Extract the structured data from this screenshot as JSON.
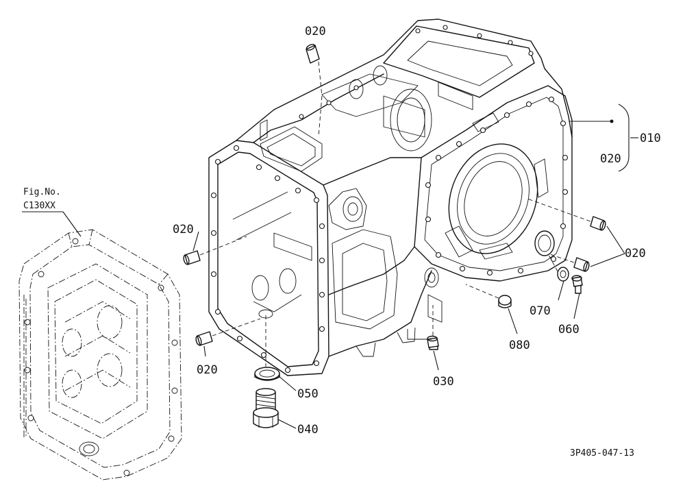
{
  "figure_ref": {
    "label": "Fig.No.",
    "number": "C130XX"
  },
  "parts": [
    {
      "id": "p010",
      "number": "010"
    },
    {
      "id": "p020_top",
      "number": "020"
    },
    {
      "id": "p020_right_bracket",
      "number": "020"
    },
    {
      "id": "p020_right",
      "number": "020"
    },
    {
      "id": "p020_left_upper",
      "number": "020"
    },
    {
      "id": "p020_left_lower",
      "number": "020"
    },
    {
      "id": "p030",
      "number": "030"
    },
    {
      "id": "p040",
      "number": "040"
    },
    {
      "id": "p050",
      "number": "050"
    },
    {
      "id": "p060",
      "number": "060"
    },
    {
      "id": "p070",
      "number": "070"
    },
    {
      "id": "p080",
      "number": "080"
    }
  ],
  "drawing_code": "3P405-047-13"
}
